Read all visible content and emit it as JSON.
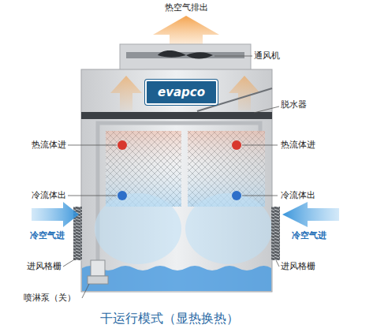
{
  "diagram": {
    "caption": "干运行模式（显热换热）",
    "nodes": [
      {
        "text": [
          "evapco"
        ]
      }
    ],
    "labels": [
      "热空气排出",
      "通风机",
      "脱水器",
      "热流体进",
      "热流体进",
      "冷流体出",
      "冷流体出",
      "冷空气进",
      "冷空气进",
      "进风格栅",
      "进风格栅",
      "喷淋泵（关）"
    ]
  }
}
